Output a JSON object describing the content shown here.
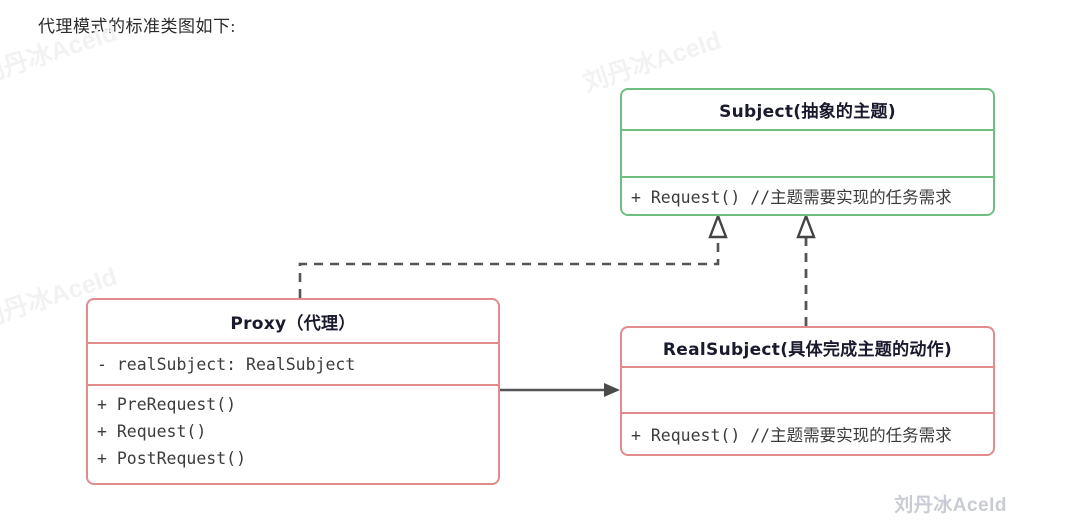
{
  "caption": "代理模式的标准类图如下:",
  "watermarks": {
    "brand": "刘丹冰AceId",
    "faint_top": "刘丹冰AceId",
    "faint_left_1": "刘丹冰AceId",
    "faint_left_2": "刘丹冰AceId"
  },
  "colors": {
    "green_border": "#6fc080",
    "pink_border": "#e28b8b",
    "connector": "#555555",
    "title_text": "#1a1a2e",
    "body_text": "#3c3c3c",
    "brand_text": "#c9ccd4"
  },
  "classes": {
    "subject": {
      "title": "Subject(抽象的主题)",
      "attributes": [],
      "methods": [
        "+ Request() //主题需要实现的任务需求"
      ]
    },
    "proxy": {
      "title": "Proxy（代理）",
      "attributes": [
        "- realSubject: RealSubject"
      ],
      "methods": [
        "+ PreRequest()",
        "+ Request()",
        "+ PostRequest()"
      ]
    },
    "real_subject": {
      "title": "RealSubject(具体完成主题的动作)",
      "attributes": [],
      "methods": [
        "+ Request() //主题需要实现的任务需求"
      ]
    }
  },
  "relations": [
    {
      "name": "proxy-implements-subject",
      "type": "realization",
      "from": "Proxy",
      "to": "Subject",
      "line": "dashed",
      "arrowhead": "hollow-triangle"
    },
    {
      "name": "realsubject-implements-subject",
      "type": "realization",
      "from": "RealSubject",
      "to": "Subject",
      "line": "dashed",
      "arrowhead": "hollow-triangle"
    },
    {
      "name": "proxy-uses-realsubject",
      "type": "association",
      "from": "Proxy",
      "to": "RealSubject",
      "line": "solid",
      "arrowhead": "filled-arrow"
    }
  ]
}
